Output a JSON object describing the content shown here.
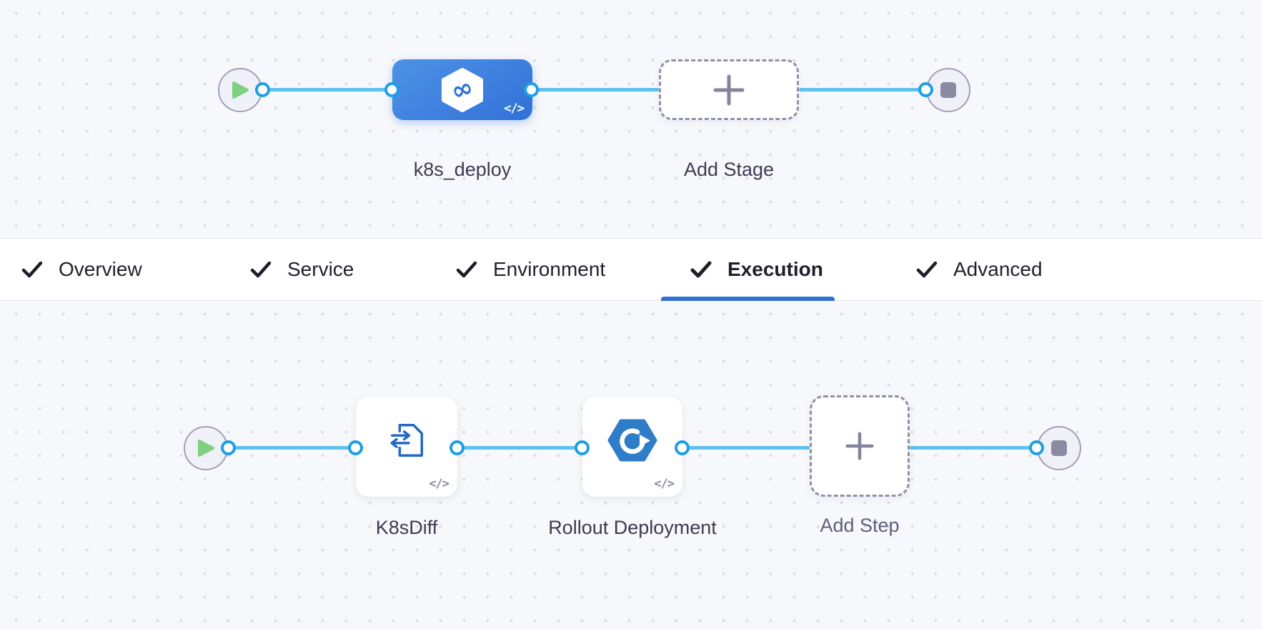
{
  "colors": {
    "edge": "#5EC1EE",
    "port": "#1E9FE2",
    "underline": "#3270D2",
    "stage-from": "#4E92E6",
    "stage-to": "#3171D8",
    "green": "#7ED181",
    "gray-icon": "#83859B",
    "stop-gray": "#8A8BA1",
    "hex-blue": "#2F7CC9",
    "diff-stroke": "#2368C8",
    "infinity-blue": "#2E71D9"
  },
  "icons": {
    "start": "play-icon",
    "end": "stop-icon",
    "stage": "cd-hexagon-infinity-icon",
    "step1": "k8s-diff-file-icon",
    "step2": "rollout-circular-arrow-icon",
    "add": "plus-icon",
    "tab_check": "check-icon"
  },
  "top_graph": {
    "stage": {
      "label": "k8s_deploy",
      "icon_glyph": "∞",
      "code_badge": "</>"
    },
    "add_stage": {
      "label": "Add Stage"
    }
  },
  "tabs": {
    "items": [
      {
        "label": "Overview",
        "checked": true,
        "active": false
      },
      {
        "label": "Service",
        "checked": true,
        "active": false
      },
      {
        "label": "Environment",
        "checked": true,
        "active": false
      },
      {
        "label": "Execution",
        "checked": true,
        "active": true
      },
      {
        "label": "Advanced",
        "checked": true,
        "active": false
      }
    ],
    "active_tab": "Execution"
  },
  "bottom_graph": {
    "step1": {
      "label": "K8sDiff",
      "code_badge": "</>"
    },
    "step2": {
      "label": "Rollout Deployment",
      "code_badge": "</>"
    },
    "add_step": {
      "label": "Add Step"
    }
  }
}
